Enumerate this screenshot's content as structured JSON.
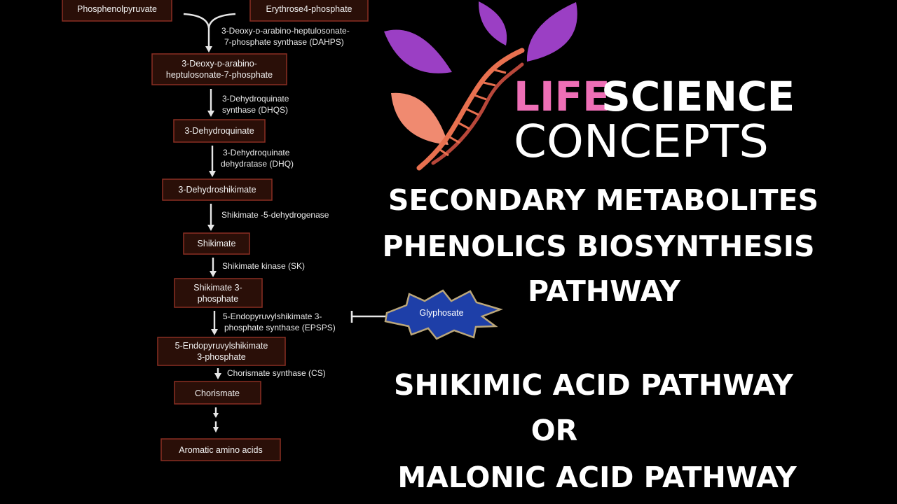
{
  "pathway": {
    "nodes": [
      "Phosphenolpyruvate",
      "Erythrose4-phosphate",
      "3-Deoxy-ᴅ-arabino-",
      "heptulosonate-7-phosphate",
      "3-Dehydroquinate",
      "3-Dehydroshikimate",
      "Shikimate",
      "Shikimate 3-",
      "phosphate",
      "5-Endopyruvylshikimate",
      "3-phosphate",
      "Chorismate",
      "Aromatic amino acids"
    ],
    "enzymes": [
      "3-Deoxy-ᴅ-arabino-heptulosonate-",
      "7-phosphate synthase (DAHPS)",
      "3-Dehydroquinate",
      "synthase (DHQS)",
      "3-Dehydroquinate",
      "dehydratase (DHQ)",
      "Shikimate -5-dehydrogenase",
      "Shikimate kinase (SK)",
      "5-Endopyruvylshikimate 3-",
      "phosphate synthase (EPSPS)",
      "Chorismate synthase (CS)"
    ],
    "inhibitor": "Glyphosate"
  },
  "logo": {
    "word1": "LIFE",
    "word2": "SCIENCE",
    "word3": "CONCEPTS",
    "leaf_colors": [
      "#9b3fc4",
      "#f08a70"
    ],
    "accent_pink": "#ee6fb6",
    "dna_color": "#e8704f"
  },
  "headlines": [
    "SECONDARY METABOLITES",
    "PHENOLICS BIOSYNTHESIS",
    "PATHWAY",
    "SHIKIMIC ACID PATHWAY",
    "OR",
    "MALONIC ACID PATHWAY"
  ],
  "colors": {
    "background": "#000000",
    "box_fill": "#2a0f08",
    "box_border": "#8a2f22",
    "glyphosate_fill": "#1e3fa8"
  }
}
